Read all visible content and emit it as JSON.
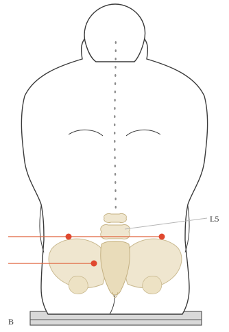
{
  "figure": {
    "panel_label": "B",
    "vertebra_label": "L5"
  },
  "colors": {
    "outline": "#3a3a3a",
    "bone": "#efe6cf",
    "bone_shade": "#dccdaa",
    "marker": "#e0482f",
    "guide_line": "#e0653f",
    "pointer_line": "#b5b5b5",
    "spine_dots": "#8a8a8a",
    "base": "#d9d9d9"
  },
  "markers": [
    {
      "name": "left-iliac-crest-marker"
    },
    {
      "name": "right-iliac-crest-marker"
    },
    {
      "name": "sacroiliac-marker"
    }
  ]
}
